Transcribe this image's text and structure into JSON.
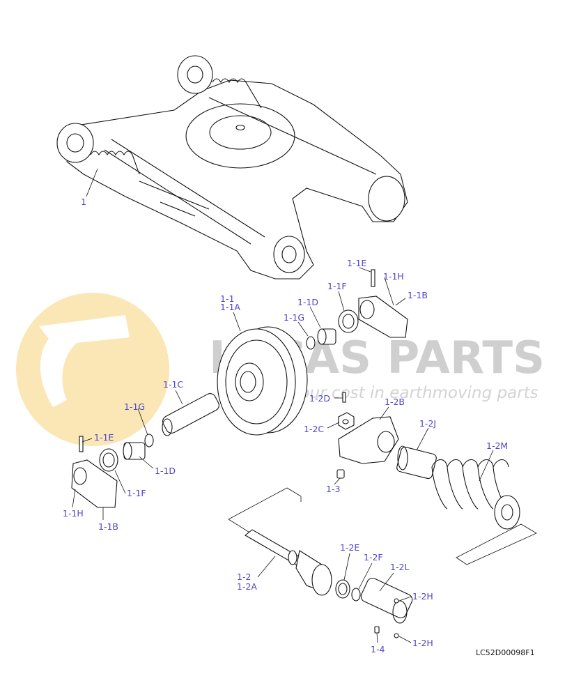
{
  "watermark": {
    "brand": "LUCAS PARTS",
    "tagline": "reduce your cost in earthmoving parts",
    "logo_colors": {
      "circle": "#fbe6b6",
      "mark": "#ffffff"
    }
  },
  "drawing_code": "LC52D00098F1",
  "label_color": "#4b47c9",
  "callouts": {
    "c_1": "1",
    "c_1_1": "1-1",
    "c_1_1A": "1-1A",
    "c_1_1B_right": "1-1B",
    "c_1_1B_left": "1-1B",
    "c_1_1C": "1-1C",
    "c_1_1D_right": "1-1D",
    "c_1_1D_left": "1-1D",
    "c_1_1E_right": "1-1E",
    "c_1_1E_left": "1-1E",
    "c_1_1F_right": "1-1F",
    "c_1_1F_left": "1-1F",
    "c_1_1G_right": "1-1G",
    "c_1_1G_left": "1-1G",
    "c_1_1H_right": "1-1H",
    "c_1_1H_left": "1-1H",
    "c_1_2": "1-2",
    "c_1_2A": "1-2A",
    "c_1_2B": "1-2B",
    "c_1_2C": "1-2C",
    "c_1_2D": "1-2D",
    "c_1_2E": "1-2E",
    "c_1_2F": "1-2F",
    "c_1_2H_top": "1-2H",
    "c_1_2H_bottom": "1-2H",
    "c_1_2J": "1-2J",
    "c_1_2L": "1-2L",
    "c_1_2M": "1-2M",
    "c_1_3": "1-3",
    "c_1_4": "1-4"
  }
}
